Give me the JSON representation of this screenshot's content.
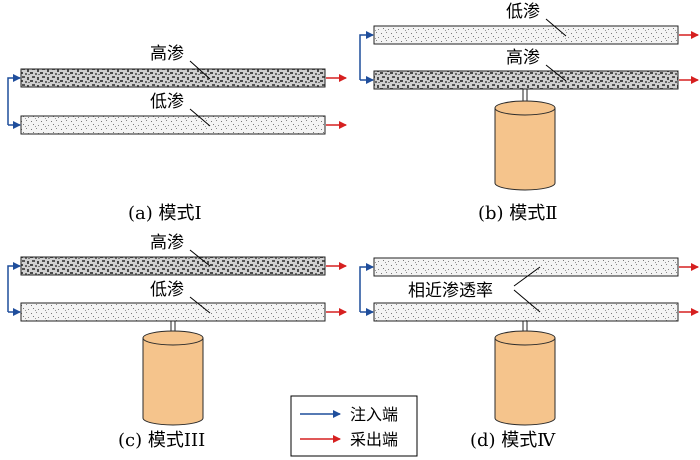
{
  "colors": {
    "inject": "#1f4e9c",
    "produce": "#d62020",
    "cylinder_fill": "#f5c48c",
    "cylinder_stroke": "#2a2a2a",
    "high_perm_fill": "#d0d0d0",
    "low_perm_fill": "#f4f4f4"
  },
  "panel_a": {
    "top_label": "高渗",
    "bottom_label": "低渗",
    "caption": "(a) 模式Ⅰ"
  },
  "panel_b": {
    "top_label": "低渗",
    "bottom_label": "高渗",
    "caption": "(b) 模式Ⅱ"
  },
  "panel_c": {
    "top_label": "高渗",
    "bottom_label": "低渗",
    "caption": "(c) 模式III"
  },
  "panel_d": {
    "mid_label": "相近渗透率",
    "caption": "(d) 模式Ⅳ"
  },
  "legend": {
    "inject_label": "注入端",
    "produce_label": "采出端"
  }
}
